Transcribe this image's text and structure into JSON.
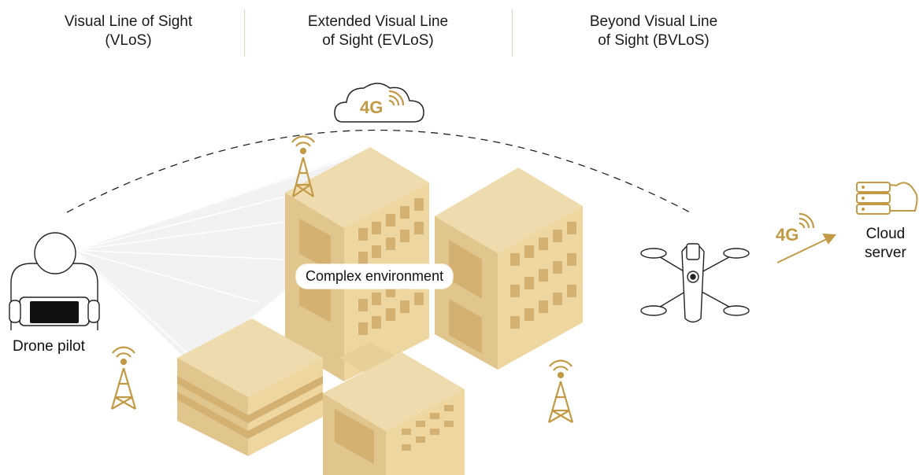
{
  "columns": [
    {
      "line1": "Visual Line of Sight",
      "line2": "(VLoS)"
    },
    {
      "line1": "Extended Visual Line",
      "line2": "of Sight (EVLoS)"
    },
    {
      "line1": "Beyond Visual Line",
      "line2": "of Sight (BVLoS)"
    }
  ],
  "labels": {
    "pilot": "Drone pilot",
    "environment": "Complex environment",
    "cloud_line1": "Cloud",
    "cloud_line2": "server",
    "network_cloud": "4G",
    "network_link": "4G"
  },
  "colors": {
    "gold": "#c29a45",
    "building_light": "#efdcae",
    "building_mid": "#e0c58c",
    "building_dark": "#d2b070"
  },
  "icons": [
    "person-icon",
    "controller-icon",
    "cell-tower-icon",
    "cloud-icon",
    "drone-icon",
    "server-icon",
    "arrow-icon"
  ]
}
